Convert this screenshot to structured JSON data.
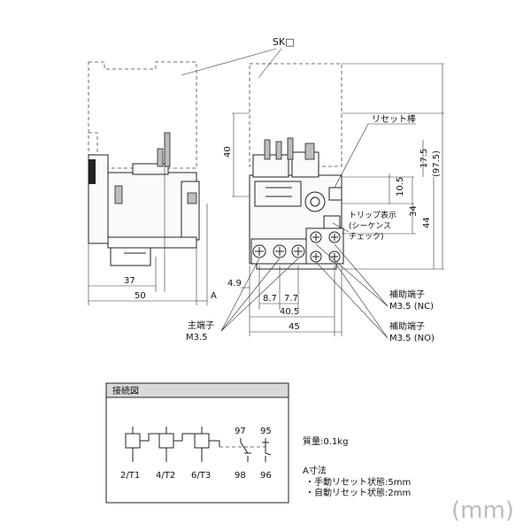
{
  "labels": {
    "sk": "SK□",
    "reset_bar": "リセット棒",
    "trip_indicator_1": "トリップ表示",
    "trip_indicator_2": "(シーケンス",
    "trip_indicator_3": "チェック)",
    "main_terminal_1": "主端子",
    "main_terminal_2": "M3.5",
    "aux_nc_1": "補助端子",
    "aux_nc_2": "M3.5 (NC)",
    "aux_no_1": "補助端子",
    "aux_no_2": "M3.5 (NO)"
  },
  "dimensions": {
    "d37": "37",
    "d50": "50",
    "dA": "A",
    "d40": "40",
    "d49": "4.9",
    "d87": "8.7",
    "d77": "7.7",
    "d405": "40.5",
    "d45": "45",
    "d105": "10.5",
    "d34": "34",
    "d44": "44",
    "d175": "17.5",
    "d975": "(97.5)"
  },
  "connection": {
    "title": "接続図",
    "t97": "97",
    "t95": "95",
    "t98": "98",
    "t96": "96",
    "t1": "2/T1",
    "t2": "4/T2",
    "t3": "6/T3"
  },
  "notes": {
    "mass": "質量:0.1kg",
    "a_title": "A寸法",
    "a_manual": "・手動リセット状態:5mm",
    "a_auto": "・自動リセット状態:2mm"
  },
  "unit": "(mm)"
}
